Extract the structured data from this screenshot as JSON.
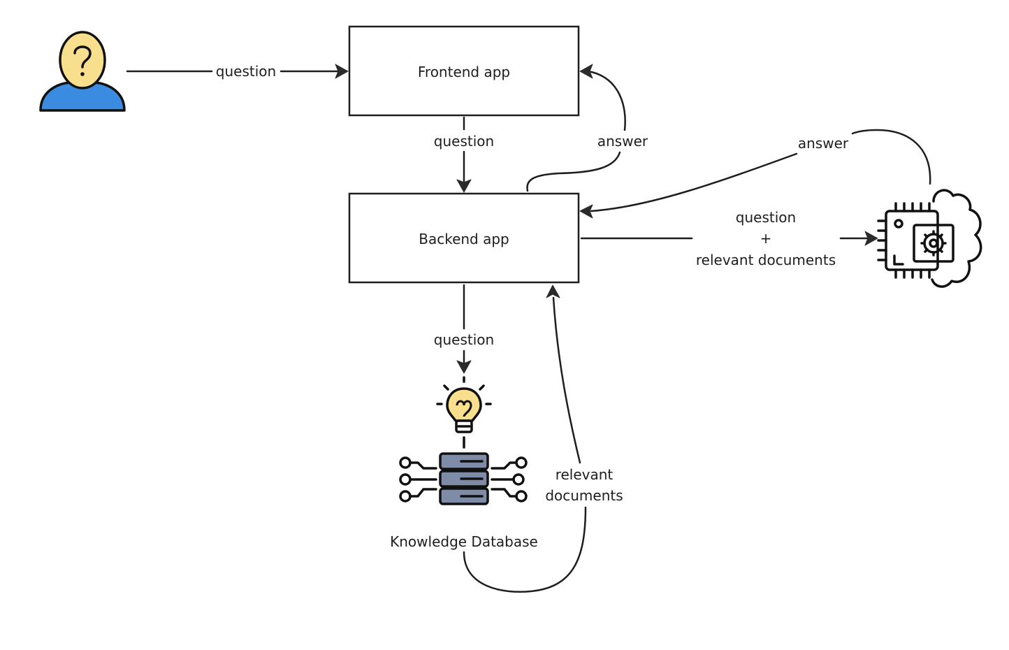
{
  "nodes": {
    "frontend": "Frontend app",
    "backend": "Backend app",
    "knowledge_db": "Knowledge Database"
  },
  "edges": {
    "user_to_frontend": "question",
    "frontend_to_backend": "question",
    "backend_to_frontend": "answer",
    "backend_to_db": "question",
    "db_to_backend_line1": "relevant",
    "db_to_backend_line2": "documents",
    "backend_to_llm_line1": "question",
    "backend_to_llm_line2": "+",
    "backend_to_llm_line3": "relevant documents",
    "llm_to_backend": "answer"
  },
  "icons": {
    "user": "user-question-icon",
    "llm": "ai-chip-brain-icon",
    "knowledge": "lightbulb-database-icon"
  },
  "colors": {
    "user_head": "#f7df8e",
    "user_body": "#3b8be0",
    "bulb": "#f7df8e",
    "server": "#7f8ca8",
    "stroke": "#1e1e1e"
  }
}
